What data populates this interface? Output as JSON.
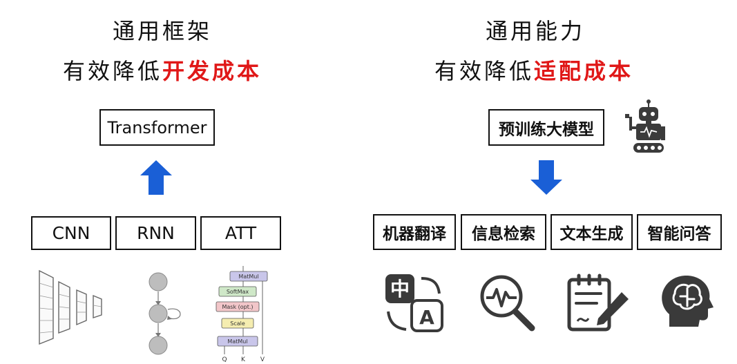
{
  "left": {
    "title": "通用框架",
    "subtitle_prefix": "有效降低",
    "subtitle_highlight": "开发成本",
    "top_box": "Transformer",
    "bottom_boxes": [
      "CNN",
      "RNN",
      "ATT"
    ],
    "att_blocks": [
      "MatMul",
      "SoftMax",
      "Mask (opt.)",
      "Scale",
      "MatMul"
    ],
    "att_inputs": [
      "Q",
      "K",
      "V"
    ]
  },
  "right": {
    "title": "通用能力",
    "subtitle_prefix": "有效降低",
    "subtitle_highlight": "适配成本",
    "top_box": "预训练大模型",
    "bottom_boxes": [
      "机器翻译",
      "信息检索",
      "文本生成",
      "智能问答"
    ],
    "translate_icon_chars": [
      "中",
      "A"
    ]
  },
  "colors": {
    "arrow": "#1a5fd6",
    "highlight": "#e01818",
    "text": "#111111",
    "att_matmul": "#c9c6ea",
    "att_softmax": "#cfe8c8",
    "att_mask": "#f2c6c9",
    "att_scale": "#f5edb0"
  },
  "icons": [
    "cnn-layers-icon",
    "rnn-nodes-icon",
    "attention-diagram-icon",
    "robot-icon",
    "translate-icon",
    "magnify-wave-icon",
    "notepad-pen-icon",
    "brain-head-icon"
  ]
}
